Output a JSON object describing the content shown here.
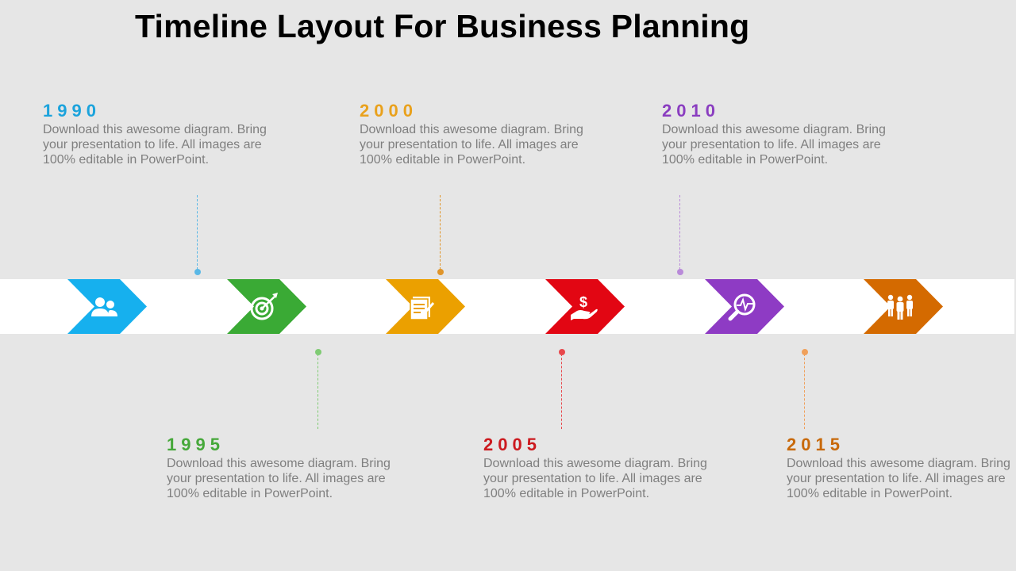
{
  "title": "Timeline Layout For Business Planning",
  "events": [
    {
      "year": "1990",
      "text": "Download this awesome diagram. Bring your presentation  to life. All images are 100% editable in PowerPoint.",
      "color": "#1aa0d8",
      "icon": "users-icon"
    },
    {
      "year": "1995",
      "text": "Download this awesome diagram. Bring your presentation  to life. All images are 100% editable in PowerPoint.",
      "color": "#3aa935",
      "icon": "target-icon"
    },
    {
      "year": "2000",
      "text": "Download this awesome diagram. Bring your presentation  to life. All images are 100% editable in PowerPoint.",
      "color": "#e8a100",
      "icon": "document-icon"
    },
    {
      "year": "2005",
      "text": "Download this awesome diagram. Bring your presentation  to life. All images are 100% editable in PowerPoint.",
      "color": "#e10b10",
      "icon": "hand-dollar-icon"
    },
    {
      "year": "2010",
      "text": "Download this awesome diagram. Bring your presentation  to life. All images are 100% editable in PowerPoint.",
      "color": "#8b3fc2",
      "icon": "magnifier-chart-icon"
    },
    {
      "year": "2015",
      "text": "Download this awesome diagram. Bring your presentation  to life. All images are 100% editable in PowerPoint.",
      "color": "#d46800",
      "icon": "team-icon"
    }
  ],
  "colors": {
    "background": "#e6e6e6",
    "band": "#ffffff",
    "text": "#7f7f7f",
    "connector_1990": "#5ab8e6",
    "connector_1995": "#7fcb73",
    "connector_2000": "#e0952a",
    "connector_2005": "#e8474b",
    "connector_2010": "#b98ad9",
    "connector_2015": "#f0a05a",
    "arrow_1990": "#16b0ee",
    "arrow_1995": "#3aaa35",
    "arrow_2000": "#eba000",
    "arrow_2005": "#e20613",
    "arrow_2010": "#8e3bc4",
    "arrow_2015": "#d46a00",
    "year_1990": "#1ba3dc",
    "year_1995": "#46a83a",
    "year_2000": "#e9a11c",
    "year_2005": "#cc1a1f",
    "year_2010": "#8a3dc0",
    "year_2015": "#c8690a"
  }
}
